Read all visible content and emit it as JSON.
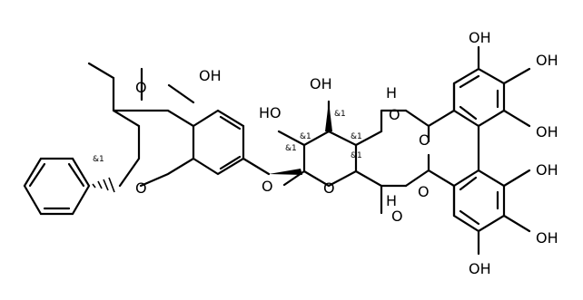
{
  "labels": {
    "carbonyl_o": "O",
    "oh": "OH",
    "ho": "HO",
    "ring_o": "O",
    "h": "H",
    "stereo": "&1"
  }
}
